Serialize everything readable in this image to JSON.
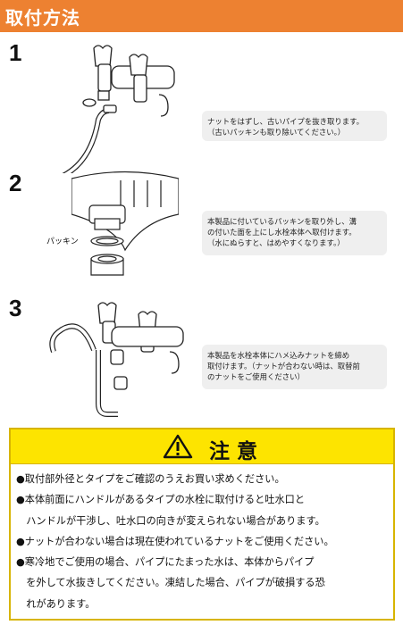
{
  "header": {
    "title": "取付方法"
  },
  "steps": [
    {
      "number": "1",
      "lines": [
        "ナットをはずし、古いパイプを抜き取ります。",
        "（古いパッキンも取り除いてください。）"
      ]
    },
    {
      "number": "2",
      "lines": [
        "本製品に付いているパッキンを取り外し、溝",
        "の付いた面を上にし水栓本体へ取付けます。",
        "（水にぬらすと、はめやすくなります。）"
      ],
      "label": "パッキン"
    },
    {
      "number": "3",
      "lines": [
        "本製品を水栓本体にハメ込みナットを締め",
        "取付けます。（ナットが合わない時は、取替前",
        "のナットをご使用ください）"
      ]
    }
  ],
  "caution": {
    "title": "注意",
    "lines": [
      "●取付部外径とタイプをご確認のうえお買い求めください。",
      "●本体前面にハンドルがあるタイプの水栓に取付けると吐水口と",
      "　ハンドルが干渉し、吐水口の向きが変えられない場合があります。",
      "●ナットが合わない場合は現在使われているナットをご使用ください。",
      "●寒冷地でご使用の場合、パイプにたまった水は、本体からパイプ",
      "　を外して水抜きしてください。凍結した場合、パイプが破損する恐",
      "　れがあります。"
    ]
  },
  "colors": {
    "header": "#ed8131",
    "caution_band": "#fde400"
  }
}
